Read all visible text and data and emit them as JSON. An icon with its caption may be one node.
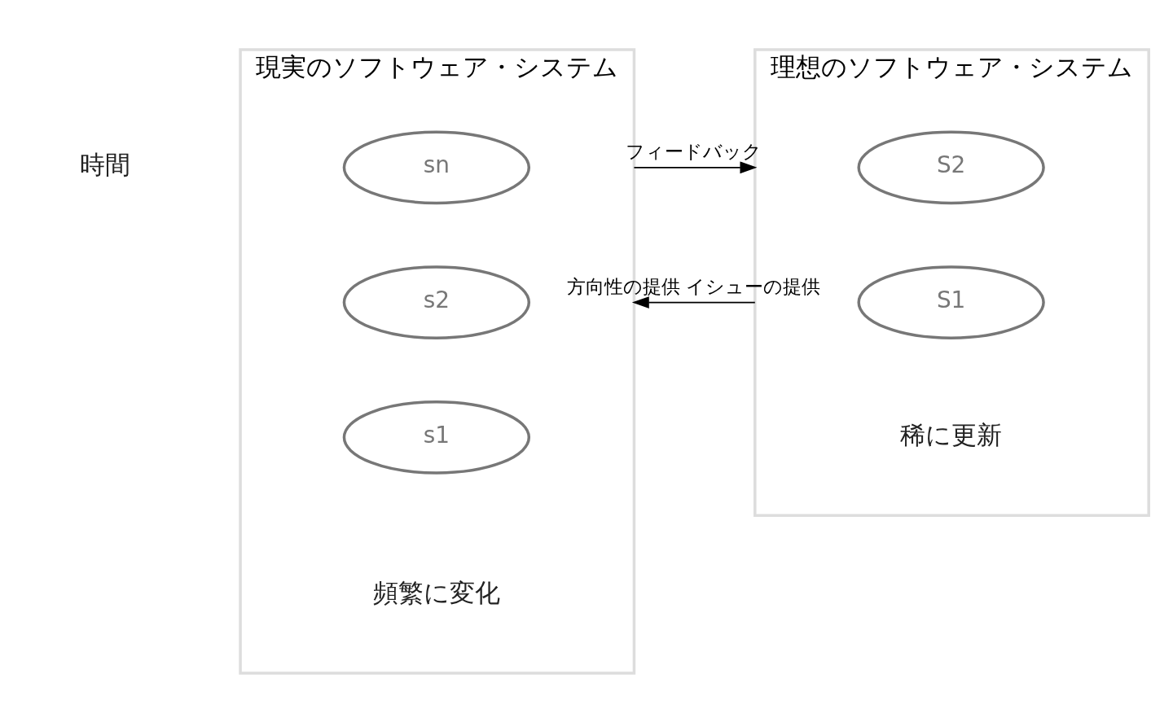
{
  "diagram": {
    "nodes": [
      {
        "text": [
          "現実のソフトウェア・システム"
        ],
        "beside": [
          "頻繁に変化"
        ]
      },
      {
        "text": [
          "sn"
        ],
        "in": 0
      },
      {
        "text": [
          "s2"
        ],
        "in": 0
      },
      {
        "text": [
          "s1"
        ],
        "in": 0
      },
      {
        "text": [
          "理想のソフトウェア・システム"
        ],
        "beside": [
          "稀に更新"
        ]
      },
      {
        "text": [
          "S2"
        ],
        "in": 4
      },
      {
        "text": [
          "S1"
        ],
        "in": 4
      }
    ],
    "edges": [
      {
        "from": 0,
        "to": 4,
        "arrow": "to",
        "label": "フィードバック"
      },
      {
        "from": 4,
        "to": 0,
        "arrow": "to",
        "label": "方向性の提供 イシューの提供"
      }
    ],
    "labels": [
      "時間"
    ]
  }
}
